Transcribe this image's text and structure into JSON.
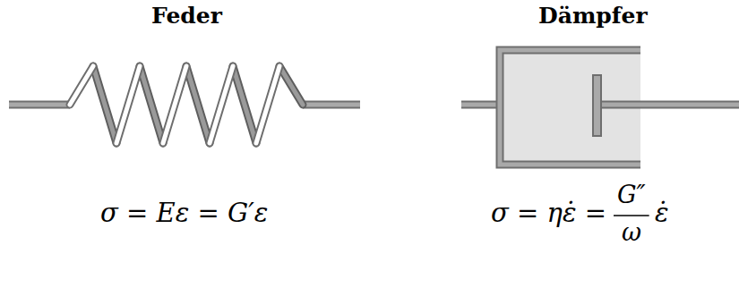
{
  "diagram": {
    "labels": [
      "Feder",
      "Dämpfer",
      "σ = Eε = G′ε",
      "σ = ηε̇ =",
      "G″",
      "ω",
      "ε̇"
    ]
  }
}
